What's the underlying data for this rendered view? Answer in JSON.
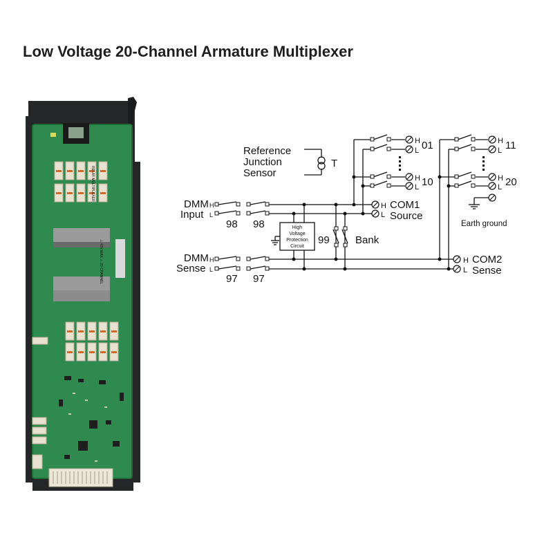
{
  "title": "Low Voltage 20-Channel Armature Multiplexer",
  "board": {
    "pcb_text": "RELAY MULTIPLEXER",
    "warning_text": "⚠ 40V MAX ⚠ 20 CHANNEL",
    "colors": {
      "case": "#252627",
      "pcb": "#2f8a4f",
      "relay": "#e9e1cf",
      "terminal": "#9a9a9a",
      "connector": "#ece7d6"
    }
  },
  "schematic": {
    "ref_sensor": [
      "Reference",
      "Junction",
      "Sensor"
    ],
    "t_label": "T",
    "dmm_input": [
      "DMM",
      "Input"
    ],
    "dmm_sense": [
      "DMM",
      "Sense"
    ],
    "h": "H",
    "l": "L",
    "relay_98": "98",
    "relay_97": "97",
    "relay_99": "99",
    "bank": "Bank",
    "protection": [
      "High",
      "Voltage",
      "Protection",
      "Circuit"
    ],
    "ch01": "01",
    "ch10": "10",
    "ch11": "11",
    "ch20": "20",
    "com1": "COM1",
    "source": "Source",
    "com2": "COM2",
    "sense": "Sense",
    "earth_ground": "Earth ground"
  }
}
